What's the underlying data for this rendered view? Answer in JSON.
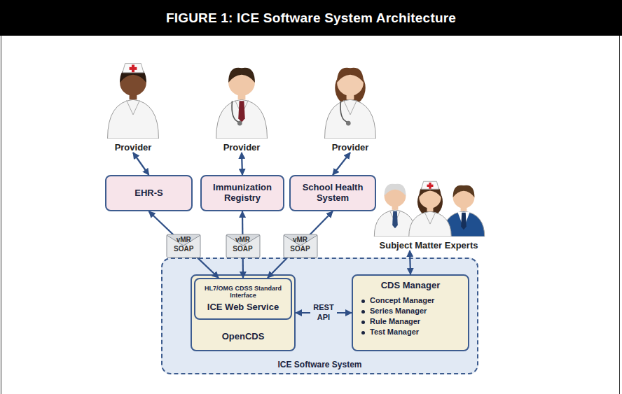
{
  "diagram": {
    "title": "FIGURE 1: ICE Software System Architecture",
    "nodes": [
      {
        "text": [
          "Provider"
        ]
      },
      {
        "text": [
          "Provider"
        ]
      },
      {
        "text": [
          "Provider"
        ]
      },
      {
        "text": [
          "EHR-S"
        ]
      },
      {
        "text": [
          "Immunization Registry"
        ]
      },
      {
        "text": [
          "School Health System"
        ]
      },
      {
        "text": [
          "Subject Matter Experts"
        ]
      },
      {
        "text": [
          "ICE Software System"
        ]
      },
      {
        "text": [
          "OpenCDS"
        ],
        "in": 7
      },
      {
        "text": [
          "HL7/OMG CDSS Standard Interface",
          "ICE Web Service"
        ],
        "in": 8
      },
      {
        "text": [
          "CDS Manager",
          "Concept Manager",
          "Series Manager",
          "Rule Manager",
          "Test Manager"
        ],
        "in": 7
      }
    ],
    "edges": [
      {
        "from": 0,
        "to": 3,
        "arrow": "both"
      },
      {
        "from": 1,
        "to": 4,
        "arrow": "both"
      },
      {
        "from": 2,
        "to": 5,
        "arrow": "both"
      },
      {
        "from": 3,
        "to": 9,
        "label": "vMR SOAP",
        "arrow": "both"
      },
      {
        "from": 4,
        "to": 9,
        "label": "vMR SOAP",
        "arrow": "both"
      },
      {
        "from": 5,
        "to": 9,
        "label": "vMR SOAP",
        "arrow": "both"
      },
      {
        "from": 6,
        "to": 10,
        "arrow": "both"
      },
      {
        "from": 8,
        "to": 10,
        "label": "REST API",
        "arrow": "both"
      }
    ]
  }
}
